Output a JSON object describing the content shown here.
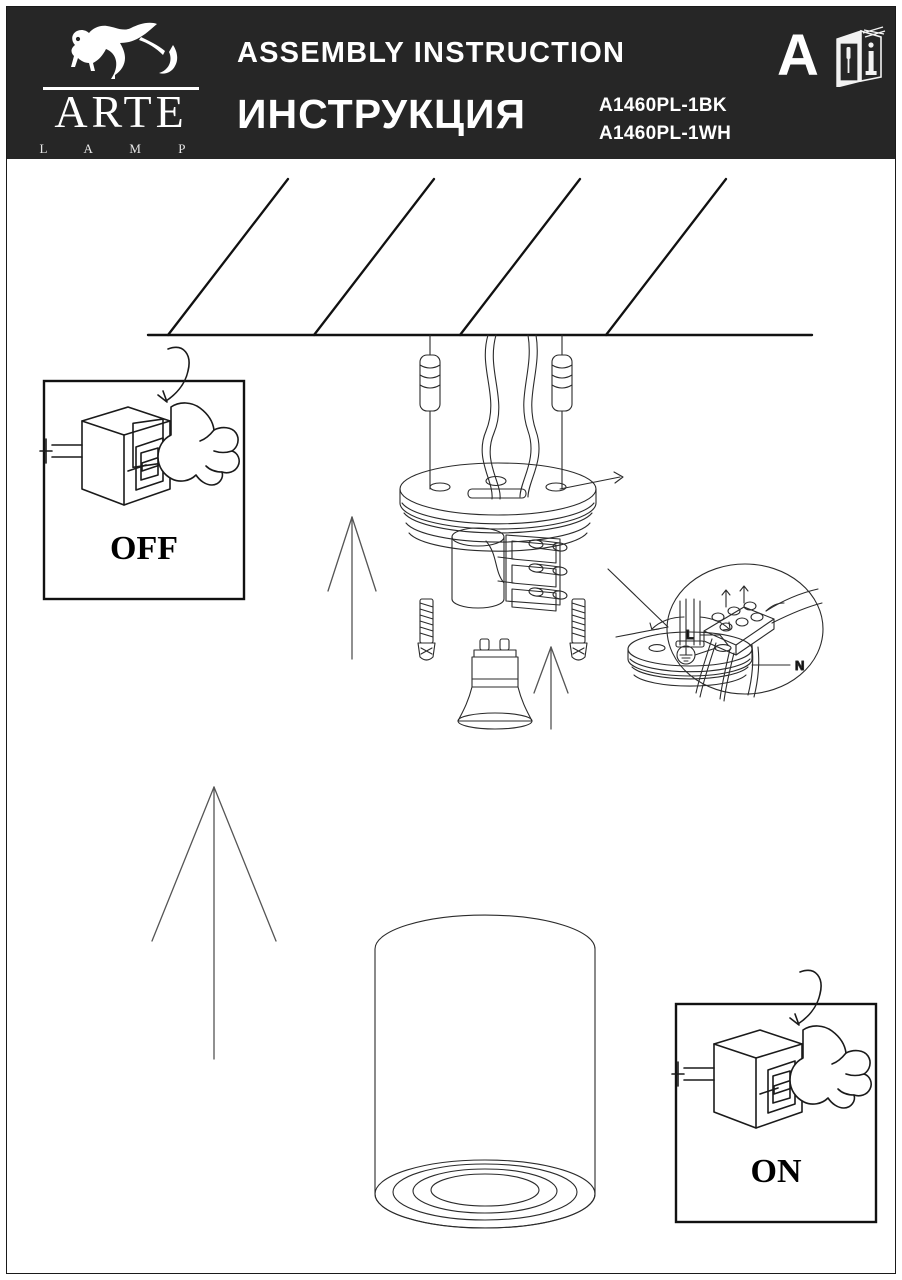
{
  "document": {
    "title_en": "ASSEMBLY  INSTRUCTION",
    "title_ru": "ИНСТРУКЦИЯ",
    "sheet_letter": "A",
    "brand": {
      "name": "ARTE",
      "subtitle": "L A M P",
      "logo_icon": "winged-lion-griffin-icon"
    },
    "models": [
      "A1460PL-1BK",
      "A1460PL-1WH"
    ],
    "manual_icon": "booklet-info-screwdriver-icon"
  },
  "steps": {
    "power_off_panel": {
      "label": "OFF",
      "icons": [
        "wall-switch-icon",
        "hand-pointing-icon",
        "curved-arrow-down-icon"
      ]
    },
    "power_on_panel": {
      "label": "ON",
      "icons": [
        "wall-switch-icon",
        "hand-pointing-icon",
        "curved-arrow-down-icon"
      ]
    }
  },
  "wiring_detail": {
    "live_label": "L",
    "neutral_label": "N",
    "earth_label": "",
    "earth_icon": "earth-ground-icon",
    "terminal_icon": "terminal-block-icon"
  },
  "parts": {
    "ceiling": "hatched-ceiling-icon",
    "wall_anchors": "wall-anchor-dowel-icon",
    "screws": "mounting-screw-icon",
    "mounting_plate": "mounting-plate-icon",
    "lamp_body": "cylinder-lamp-body-icon",
    "bulb": "gu10-bulb-icon",
    "supply_cable": "supply-cable-icon"
  },
  "arrows": {
    "assembly_up_1": "arrow-up-icon",
    "assembly_up_2": "arrow-up-icon",
    "assembly_up_3": "arrow-up-icon",
    "plate_rotate": "rotate-arrow-icon",
    "detail_leader": "leader-line-icon"
  },
  "colors": {
    "header_bg": "#262626",
    "ink": "#1a1a1a",
    "line": "#3a3a3a",
    "paper": "#ffffff"
  }
}
